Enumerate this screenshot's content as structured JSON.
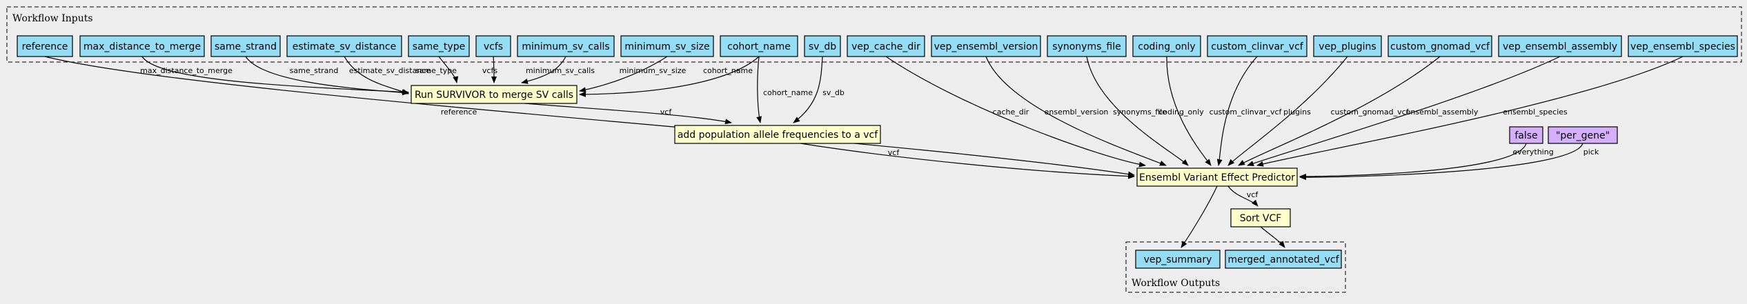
{
  "clusters": {
    "inputs": "Workflow Inputs",
    "outputs": "Workflow Outputs"
  },
  "inputs": [
    {
      "id": "reference",
      "label": "reference"
    },
    {
      "id": "max_distance_to_merge",
      "label": "max_distance_to_merge"
    },
    {
      "id": "same_strand",
      "label": "same_strand"
    },
    {
      "id": "estimate_sv_distance",
      "label": "estimate_sv_distance"
    },
    {
      "id": "same_type",
      "label": "same_type"
    },
    {
      "id": "vcfs",
      "label": "vcfs"
    },
    {
      "id": "minimum_sv_calls",
      "label": "minimum_sv_calls"
    },
    {
      "id": "minimum_sv_size",
      "label": "minimum_sv_size"
    },
    {
      "id": "cohort_name",
      "label": "cohort_name"
    },
    {
      "id": "sv_db",
      "label": "sv_db"
    },
    {
      "id": "vep_cache_dir",
      "label": "vep_cache_dir"
    },
    {
      "id": "vep_ensembl_version",
      "label": "vep_ensembl_version"
    },
    {
      "id": "synonyms_file",
      "label": "synonyms_file"
    },
    {
      "id": "coding_only",
      "label": "coding_only"
    },
    {
      "id": "custom_clinvar_vcf",
      "label": "custom_clinvar_vcf"
    },
    {
      "id": "vep_plugins",
      "label": "vep_plugins"
    },
    {
      "id": "custom_gnomad_vcf",
      "label": "custom_gnomad_vcf"
    },
    {
      "id": "vep_ensembl_assembly",
      "label": "vep_ensembl_assembly"
    },
    {
      "id": "vep_ensembl_species",
      "label": "vep_ensembl_species"
    }
  ],
  "steps": [
    {
      "id": "survivor",
      "label": "Run SURVIVOR to merge SV calls"
    },
    {
      "id": "popfreq",
      "label": "add population allele frequencies to a vcf"
    },
    {
      "id": "vep",
      "label": "Ensembl Variant Effect Predictor"
    },
    {
      "id": "sort",
      "label": "Sort VCF"
    }
  ],
  "constants": [
    {
      "id": "c_false",
      "label": "false"
    },
    {
      "id": "c_pergene",
      "label": "\"per_gene\""
    }
  ],
  "outputs": [
    {
      "id": "vep_summary",
      "label": "vep_summary"
    },
    {
      "id": "merged_annotated_vcf",
      "label": "merged_annotated_vcf"
    }
  ],
  "edges": [
    {
      "from": "max_distance_to_merge",
      "to": "survivor",
      "label": "max_distance_to_merge"
    },
    {
      "from": "same_strand",
      "to": "survivor",
      "label": "same_strand"
    },
    {
      "from": "estimate_sv_distance",
      "to": "survivor",
      "label": "estimate_sv_distance"
    },
    {
      "from": "same_type",
      "to": "survivor",
      "label": "same_type"
    },
    {
      "from": "vcfs",
      "to": "survivor",
      "label": "vcfs"
    },
    {
      "from": "minimum_sv_calls",
      "to": "survivor",
      "label": "minimum_sv_calls"
    },
    {
      "from": "minimum_sv_size",
      "to": "survivor",
      "label": "minimum_sv_size"
    },
    {
      "from": "cohort_name",
      "to": "survivor",
      "label": "cohort_name"
    },
    {
      "from": "survivor",
      "to": "popfreq",
      "label": "vcf"
    },
    {
      "from": "cohort_name",
      "to": "popfreq",
      "label": "cohort_name"
    },
    {
      "from": "sv_db",
      "to": "popfreq",
      "label": "sv_db"
    },
    {
      "from": "reference",
      "to": "vep",
      "label": "reference"
    },
    {
      "from": "popfreq",
      "to": "vep",
      "label": "vcf"
    },
    {
      "from": "vep_cache_dir",
      "to": "vep",
      "label": "cache_dir"
    },
    {
      "from": "vep_ensembl_version",
      "to": "vep",
      "label": "ensembl_version"
    },
    {
      "from": "synonyms_file",
      "to": "vep",
      "label": "synonyms_file"
    },
    {
      "from": "coding_only",
      "to": "vep",
      "label": "coding_only"
    },
    {
      "from": "custom_clinvar_vcf",
      "to": "vep",
      "label": "custom_clinvar_vcf"
    },
    {
      "from": "vep_plugins",
      "to": "vep",
      "label": "plugins"
    },
    {
      "from": "custom_gnomad_vcf",
      "to": "vep",
      "label": "custom_gnomad_vcf"
    },
    {
      "from": "vep_ensembl_assembly",
      "to": "vep",
      "label": "ensembl_assembly"
    },
    {
      "from": "vep_ensembl_species",
      "to": "vep",
      "label": "ensembl_species"
    },
    {
      "from": "c_false",
      "to": "vep",
      "label": "everything"
    },
    {
      "from": "c_pergene",
      "to": "vep",
      "label": "pick"
    },
    {
      "from": "vep",
      "to": "sort",
      "label": "vcf"
    },
    {
      "from": "vep",
      "to": "vep_summary",
      "label": ""
    },
    {
      "from": "sort",
      "to": "merged_annotated_vcf",
      "label": ""
    }
  ],
  "colors": {
    "input_fill": "#94ddf4",
    "step_fill": "#ffffcc",
    "constant_fill": "#d5aefc",
    "background": "#eeeeee"
  }
}
